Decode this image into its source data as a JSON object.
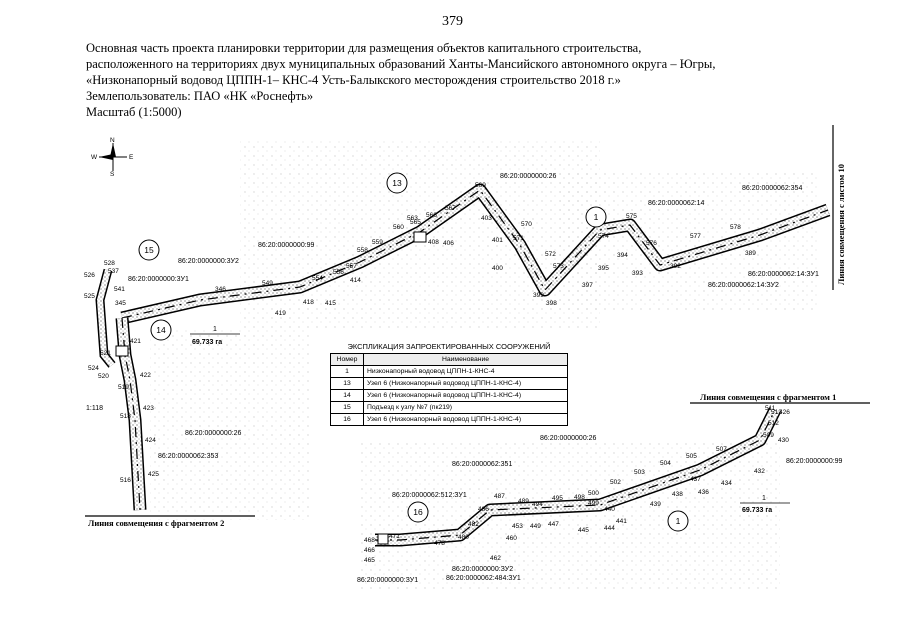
{
  "page_number": "379",
  "header": {
    "line1": "Основная часть проекта планировки территории для размещения объектов капитального строительства,",
    "line2": "расположенного на территориях двух муниципальных образований Ханты-Мансийского автономного округа – Югры,",
    "line3": "«Низконапорный водовод ЦППН-1– КНС-4 Усть-Балыкского месторождения строительство 2018 г.»",
    "line4": "Землепользователь: ПАО «НК «Роснефть»",
    "line5": "Масштаб (1:5000)"
  },
  "compass": {
    "n": "N",
    "s": "S",
    "w": "W",
    "e": "E"
  },
  "match_lines": {
    "sheet10": "Линия совмещения с листом 10",
    "fragment1": "Линия совмещения с фрагментом 1",
    "fragment2": "Линия совмещения с фрагментом 2"
  },
  "cadastral": {
    "c26a": "86:20:0000000:26",
    "c99a": "86:20:0000000:99",
    "c3u2a": "86:20:0000000:3У2",
    "c3u1a": "86:20:0000000:3У1",
    "c62_14": "86:20:0000062:14",
    "c62_354": "86:20:0000062:354",
    "c62_14u1": "86:20:0000062:14:ЗУ1",
    "c62_14u2": "86:20:0000062:14:ЗУ2",
    "c26b": "86:20:0000000:26",
    "c62_353": "86:20:0000062:353",
    "c26c": "86:20:0000000:26",
    "c62_351": "86:20:0000062:351",
    "c99b": "86:20:0000000:99",
    "c62_512": "86:20:0000062:512:ЗУ1",
    "c3u2b": "86:20:0000000:ЗУ2",
    "c62_484": "86:20:0000062:484:ЗУ1",
    "c3u1b": "86:20:0000000:ЗУ1"
  },
  "areas": {
    "a1": "1",
    "a1_val": "69.733 га",
    "a2": "1",
    "a2_val": "69.733 га",
    "side": "1:118"
  },
  "circles": {
    "c13": "13",
    "c15": "15",
    "c14": "14",
    "c1a": "1",
    "c16": "16",
    "c1b": "1"
  },
  "legend": {
    "title": "ЭКСПЛИКАЦИЯ ЗАПРОЕКТИРОВАННЫХ СООРУЖЕНИЙ",
    "col_num": "Номер",
    "col_name": "Наименование",
    "rows": [
      {
        "num": "1",
        "name": "Низконапорный водовод ЦППН-1-КНС-4"
      },
      {
        "num": "13",
        "name": "Узел 6 (Низконапорный водовод ЦППН-1-КНС-4)"
      },
      {
        "num": "14",
        "name": "Узел 6 (Низконапорный водовод ЦППН-1-КНС-4)"
      },
      {
        "num": "15",
        "name": "Подъезд к узлу №7 (пк219)"
      },
      {
        "num": "16",
        "name": "Узел 6 (Низконапорный водовод ЦППН-1-КНС-4)"
      }
    ]
  },
  "points": {
    "p1": "569",
    "p2": "567",
    "p3": "566",
    "p4": "565",
    "p5": "563",
    "p6": "560",
    "p7": "559",
    "p8": "558",
    "p9": "557",
    "p10": "556",
    "p11": "554",
    "p12": "549",
    "p13": "346",
    "p14": "345",
    "p15": "541",
    "p16": "537",
    "p17": "528",
    "p18": "526",
    "p19": "525",
    "p20": "524",
    "p21": "520",
    "p22": "519",
    "p23": "518",
    "p24": "516",
    "p25": "521",
    "p26": "422",
    "p27": "423",
    "p28": "424",
    "p29": "425",
    "p30": "421",
    "p31": "419",
    "p32": "418",
    "p33": "415",
    "p34": "414",
    "p35": "406",
    "p36": "408",
    "p37": "403",
    "p38": "401",
    "p39": "400",
    "p40": "399",
    "p41": "398",
    "p42": "570",
    "p43": "571",
    "p44": "572",
    "p45": "573",
    "p46": "574",
    "p47": "575",
    "p48": "576",
    "p49": "577",
    "p50": "578",
    "p51": "397",
    "p52": "395",
    "p53": "394",
    "p54": "393",
    "p55": "392",
    "p56": "389",
    "p57": "513",
    "p58": "512",
    "p59": "509",
    "p60": "511",
    "p61": "426",
    "p62": "430",
    "p63": "432",
    "p64": "434",
    "p65": "436",
    "p66": "437",
    "p67": "438",
    "p68": "439",
    "p69": "507",
    "p70": "505",
    "p71": "504",
    "p72": "503",
    "p73": "502",
    "p74": "500",
    "p75": "499",
    "p76": "498",
    "p77": "495",
    "p78": "494",
    "p79": "489",
    "p80": "487",
    "p81": "486",
    "p82": "482",
    "p83": "480",
    "p84": "478",
    "p85": "471",
    "p86": "468",
    "p87": "466",
    "p88": "465",
    "p89": "462",
    "p90": "460",
    "p91": "453",
    "p92": "449",
    "p93": "447",
    "p94": "445",
    "p95": "441",
    "p96": "440",
    "p97": "444"
  }
}
